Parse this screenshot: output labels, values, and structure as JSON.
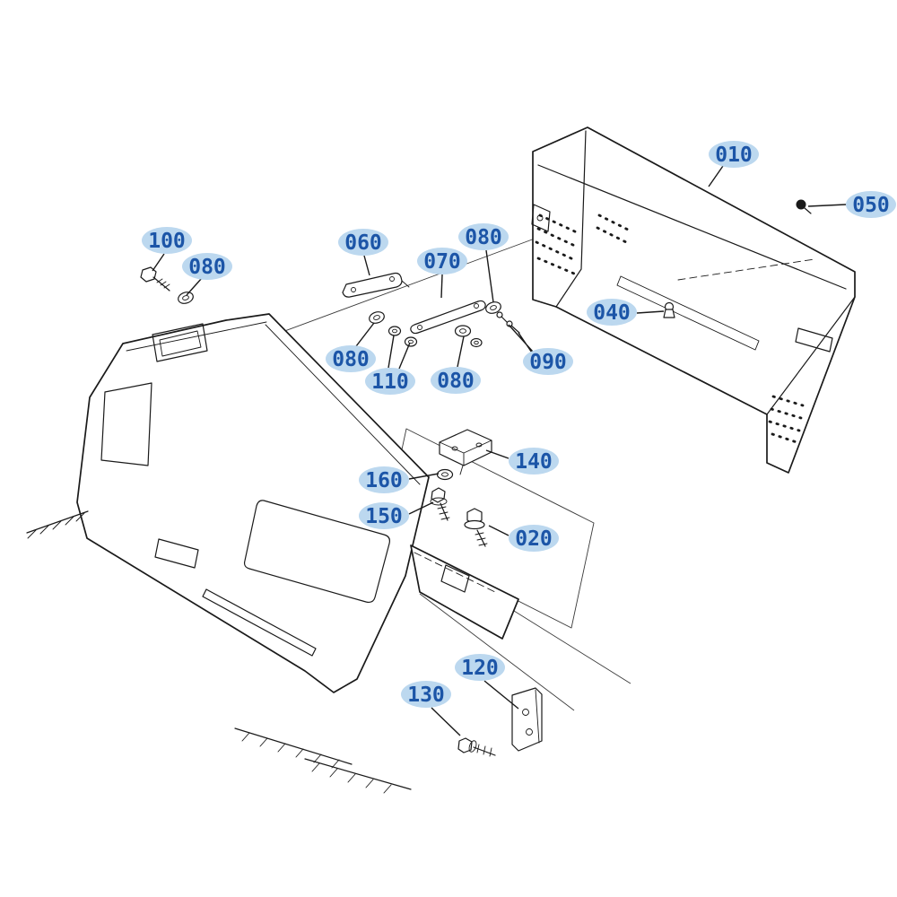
{
  "diagram": {
    "type": "exploded-parts-diagram",
    "background": "#ffffff",
    "line_color": "#1a1a1a",
    "callout": {
      "text_color": "#1c55a7",
      "bubble_color": "#bcd8ef"
    },
    "callouts": [
      {
        "id": "c-010",
        "label": "010"
      },
      {
        "id": "c-050",
        "label": "050"
      },
      {
        "id": "c-100",
        "label": "100"
      },
      {
        "id": "c-080-1",
        "label": "080"
      },
      {
        "id": "c-060",
        "label": "060"
      },
      {
        "id": "c-070",
        "label": "070"
      },
      {
        "id": "c-080-2",
        "label": "080"
      },
      {
        "id": "c-040",
        "label": "040"
      },
      {
        "id": "c-080-3",
        "label": "080"
      },
      {
        "id": "c-110",
        "label": "110"
      },
      {
        "id": "c-080-4",
        "label": "080"
      },
      {
        "id": "c-090",
        "label": "090"
      },
      {
        "id": "c-140",
        "label": "140"
      },
      {
        "id": "c-160",
        "label": "160"
      },
      {
        "id": "c-150",
        "label": "150"
      },
      {
        "id": "c-020",
        "label": "020"
      },
      {
        "id": "c-120",
        "label": "120"
      },
      {
        "id": "c-130",
        "label": "130"
      }
    ]
  }
}
